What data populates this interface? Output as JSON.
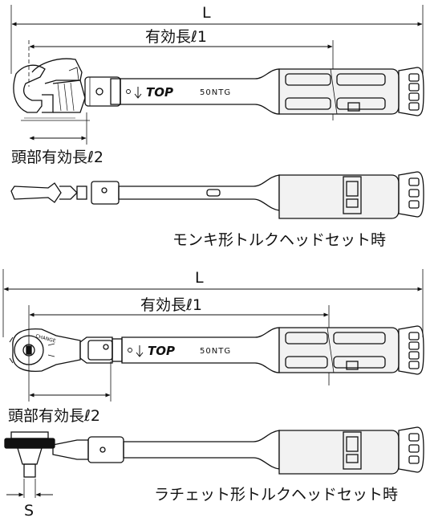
{
  "colors": {
    "ink": "#111111",
    "paper": "#ffffff",
    "grip_fill": "#f2f2f2"
  },
  "icons": [
    "arrow-down-icon",
    "hex-logo-icon"
  ],
  "wrench_section": {
    "overall_length": "L",
    "effective_length": "有効長ℓ1",
    "head_effective_length": "頭部有効長ℓ2",
    "brand": "TOP",
    "model": "50NTG",
    "caption": "モンキ形トルクヘッドセット時"
  },
  "ratchet_section": {
    "overall_length": "L",
    "effective_length": "有効長ℓ1",
    "head_effective_length": "頭部有効長ℓ2",
    "brand": "TOP",
    "model": "50NTG",
    "change_label": "CHANGE",
    "square_drive": "S",
    "caption": "ラチェット形トルクヘッドセット時"
  }
}
